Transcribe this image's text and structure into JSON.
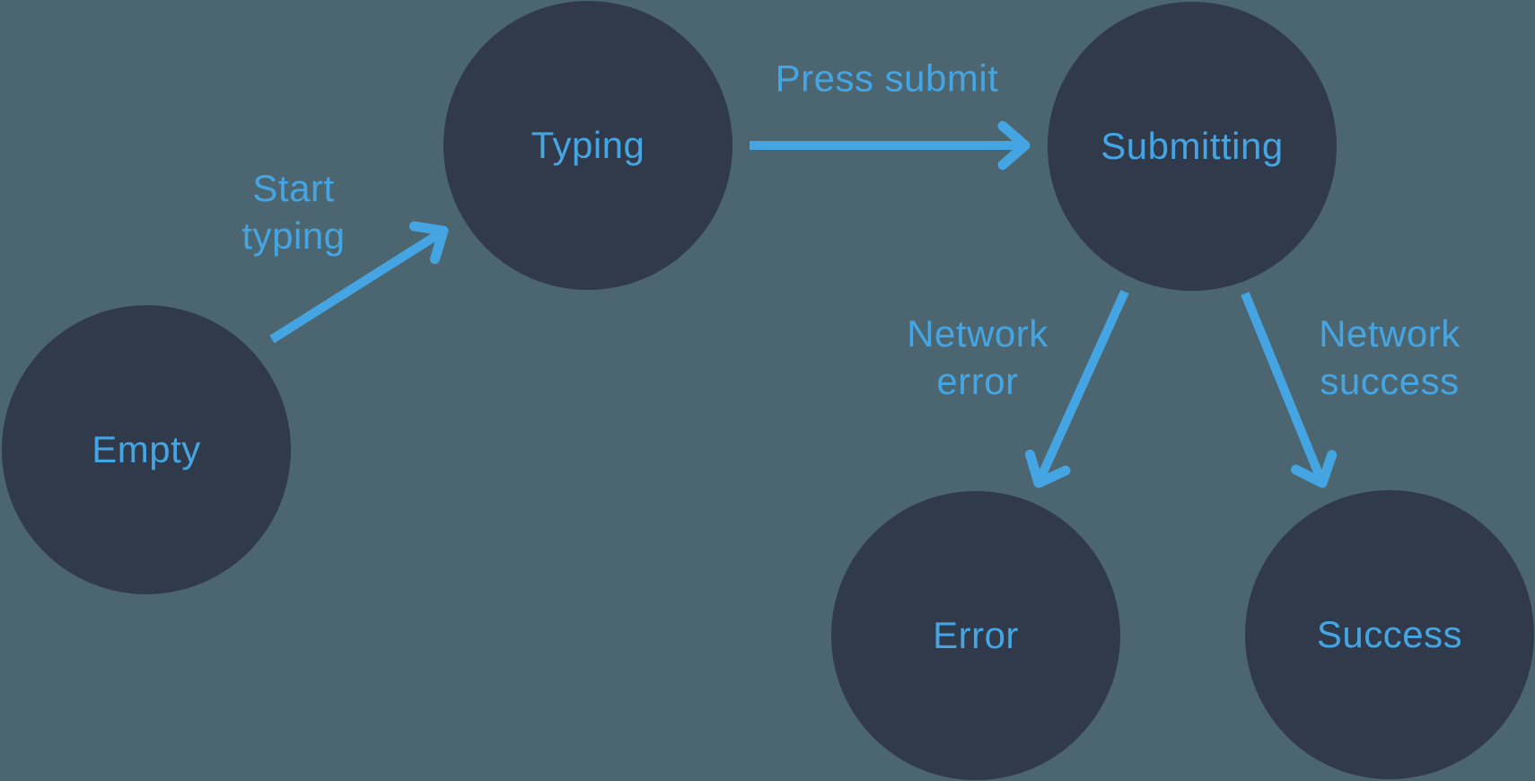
{
  "diagram": {
    "type": "state-machine",
    "colors": {
      "background": "#4c6671",
      "node_fill": "#313a4a",
      "accent": "#45a5e3"
    },
    "states": [
      {
        "id": "empty",
        "label": "Empty"
      },
      {
        "id": "typing",
        "label": "Typing"
      },
      {
        "id": "submitting",
        "label": "Submitting"
      },
      {
        "id": "error",
        "label": "Error"
      },
      {
        "id": "success",
        "label": "Success"
      }
    ],
    "transitions": [
      {
        "from": "empty",
        "to": "typing",
        "label_lines": [
          "Start",
          "typing"
        ]
      },
      {
        "from": "typing",
        "to": "submitting",
        "label_lines": [
          "Press submit"
        ]
      },
      {
        "from": "submitting",
        "to": "error",
        "label_lines": [
          "Network",
          "error"
        ]
      },
      {
        "from": "submitting",
        "to": "success",
        "label_lines": [
          "Network",
          "success"
        ]
      }
    ]
  }
}
